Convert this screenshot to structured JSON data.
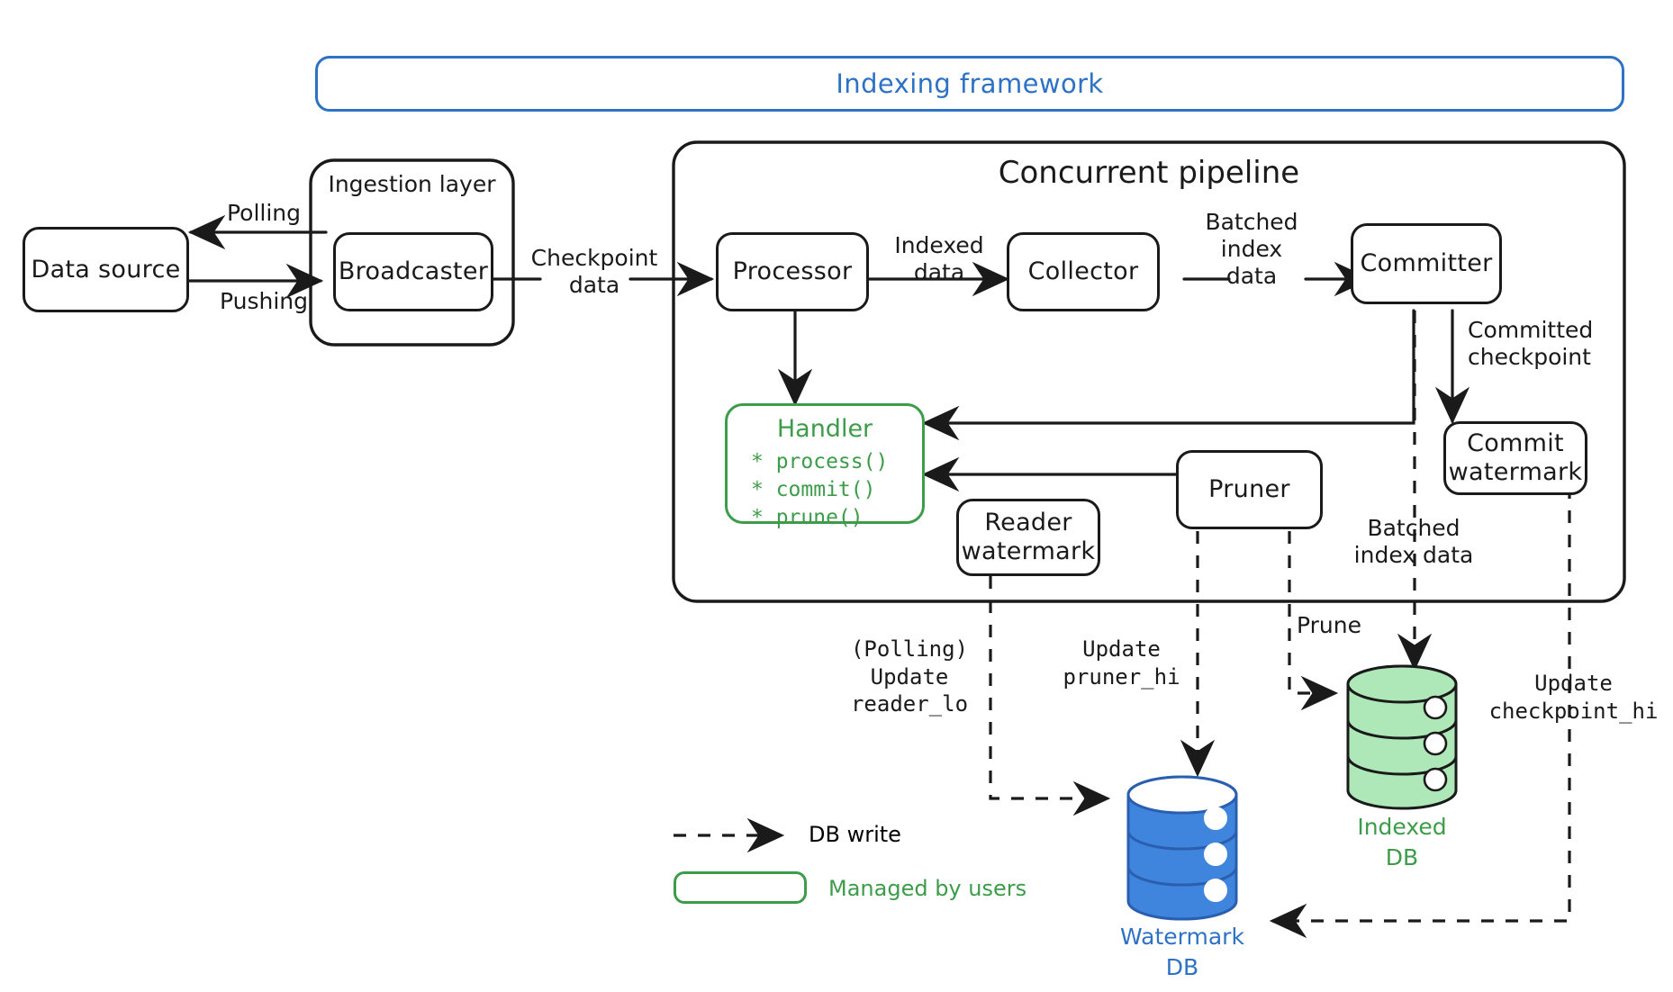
{
  "diagram": {
    "title": "Indexing framework",
    "accent_blue": "#2d72c4",
    "accent_green": "#3d9c49",
    "ink": "#1a1a1a"
  },
  "groups": {
    "ingestion_layer": "Ingestion layer",
    "concurrent_pipeline": "Concurrent pipeline"
  },
  "nodes": {
    "data_source": "Data source",
    "broadcaster": "Broadcaster",
    "processor": "Processor",
    "collector": "Collector",
    "committer": "Committer",
    "commit_watermark_line1": "Commit",
    "commit_watermark_line2": "watermark",
    "reader_watermark_line1": "Reader",
    "reader_watermark_line2": "watermark",
    "pruner": "Pruner"
  },
  "handler": {
    "title": "Handler",
    "methods": [
      "* process()",
      "* commit()",
      "* prune()"
    ]
  },
  "edge_labels": {
    "polling": "Polling",
    "pushing": "Pushing",
    "checkpoint_data": "Checkpoint\ndata",
    "indexed_data": "Indexed\ndata",
    "batched_index_data_top": "Batched\nindex\ndata",
    "committed_checkpoint": "Committed\ncheckpoint",
    "batched_index_data_bottom": "Batched\nindex data",
    "prune": "Prune",
    "polling_update_reader_lo": "(Polling)\nUpdate\nreader_lo",
    "update_pruner_hi": "Update\npruner_hi",
    "update_checkpoint_hi": "Update\ncheckpoint_hi"
  },
  "databases": {
    "indexed_db": {
      "line1": "Indexed",
      "line2": "DB",
      "color": "#3d9c49",
      "fill": "#aee8b8"
    },
    "watermark_db": {
      "line1": "Watermark",
      "line2": "DB",
      "color": "#2d72c4",
      "fill": "#3f84dd"
    }
  },
  "legend": {
    "db_write": "DB write",
    "managed_by_users": "Managed by users"
  }
}
